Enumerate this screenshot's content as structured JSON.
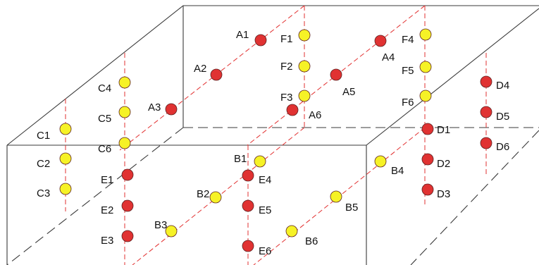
{
  "colors": {
    "background": "#ffffff",
    "box_edge": "#3a3a3a",
    "guide_line": "#e23030",
    "red_point": "#e03232",
    "yellow_point": "#f6f226",
    "point_stroke": "#5a2020"
  },
  "points": [
    {
      "id": "A1",
      "label": "A1",
      "color": "red"
    },
    {
      "id": "A2",
      "label": "A2",
      "color": "red"
    },
    {
      "id": "A3",
      "label": "A3",
      "color": "red"
    },
    {
      "id": "A4",
      "label": "A4",
      "color": "red"
    },
    {
      "id": "A5",
      "label": "A5",
      "color": "red"
    },
    {
      "id": "A6",
      "label": "A6",
      "color": "red"
    },
    {
      "id": "B1",
      "label": "B1",
      "color": "yellow"
    },
    {
      "id": "B2",
      "label": "B2",
      "color": "yellow"
    },
    {
      "id": "B3",
      "label": "B3",
      "color": "yellow"
    },
    {
      "id": "B4",
      "label": "B4",
      "color": "yellow"
    },
    {
      "id": "B5",
      "label": "B5",
      "color": "yellow"
    },
    {
      "id": "B6",
      "label": "B6",
      "color": "yellow"
    },
    {
      "id": "C1",
      "label": "C1",
      "color": "yellow"
    },
    {
      "id": "C2",
      "label": "C2",
      "color": "yellow"
    },
    {
      "id": "C3",
      "label": "C3",
      "color": "yellow"
    },
    {
      "id": "C4",
      "label": "C4",
      "color": "yellow"
    },
    {
      "id": "C5",
      "label": "C5",
      "color": "yellow"
    },
    {
      "id": "C6",
      "label": "C6",
      "color": "yellow"
    },
    {
      "id": "D1",
      "label": "D1",
      "color": "red"
    },
    {
      "id": "D2",
      "label": "D2",
      "color": "red"
    },
    {
      "id": "D3",
      "label": "D3",
      "color": "red"
    },
    {
      "id": "D4",
      "label": "D4",
      "color": "red"
    },
    {
      "id": "D5",
      "label": "D5",
      "color": "red"
    },
    {
      "id": "D6",
      "label": "D6",
      "color": "red"
    },
    {
      "id": "E1",
      "label": "E1",
      "color": "red"
    },
    {
      "id": "E2",
      "label": "E2",
      "color": "red"
    },
    {
      "id": "E3",
      "label": "E3",
      "color": "red"
    },
    {
      "id": "E4",
      "label": "E4",
      "color": "red"
    },
    {
      "id": "E5",
      "label": "E5",
      "color": "red"
    },
    {
      "id": "E6",
      "label": "E6",
      "color": "red"
    },
    {
      "id": "F1",
      "label": "F1",
      "color": "yellow"
    },
    {
      "id": "F2",
      "label": "F2",
      "color": "yellow"
    },
    {
      "id": "F3",
      "label": "F3",
      "color": "yellow"
    },
    {
      "id": "F4",
      "label": "F4",
      "color": "yellow"
    },
    {
      "id": "F5",
      "label": "F5",
      "color": "yellow"
    },
    {
      "id": "F6",
      "label": "F6",
      "color": "yellow"
    }
  ]
}
